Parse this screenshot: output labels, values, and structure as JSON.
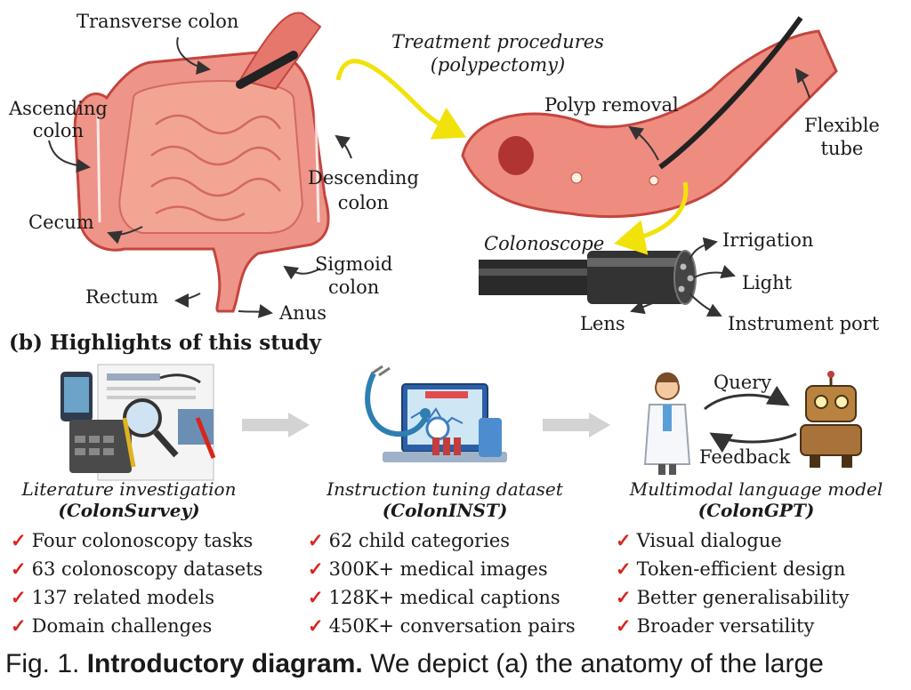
{
  "panel_a": {
    "labels": {
      "transverse": "Transverse colon",
      "ascending": "Ascending\ncolon",
      "descending": "Descending\ncolon",
      "cecum": "Cecum",
      "sigmoid": "Sigmoid\ncolon",
      "rectum": "Rectum",
      "anus": "Anus",
      "treatment": "Treatment procedures\n(polypectomy)",
      "polyp": "Polyp removal",
      "flexible": "Flexible\ntube",
      "colonoscope": "Colonoscope",
      "irrigation": "Irrigation",
      "light": "Light",
      "lens": "Lens",
      "instrument": "Instrument port"
    }
  },
  "panel_b": {
    "title": "(b) Highlights of this study",
    "columns": [
      {
        "title": "Literature investigation",
        "subtitle": "(ColonSurvey)",
        "items": [
          "Four colonoscopy tasks",
          "63 colonoscopy datasets",
          "137 related models",
          "Domain challenges"
        ]
      },
      {
        "title": "Instruction tuning dataset",
        "subtitle": "(ColonINST)",
        "items": [
          "62 child categories",
          "300K+ medical images",
          "128K+ medical captions",
          "450K+ conversation pairs"
        ]
      },
      {
        "title": "Multimodal language model",
        "subtitle": "(ColonGPT)",
        "items": [
          "Visual dialogue",
          "Token-efficient design",
          "Better generalisability",
          "Broader versatility"
        ]
      }
    ],
    "query_label": "Query",
    "feedback_label": "Feedback"
  },
  "caption": {
    "prefix": "Fig. 1.",
    "bold": "Introductory diagram.",
    "rest": "We depict (a) the anatomy of the large"
  },
  "colors": {
    "check": "#d9241c",
    "arrow_yellow": "#f2e20c",
    "colon": "#e98a80",
    "colon_dark": "#c4453e"
  }
}
